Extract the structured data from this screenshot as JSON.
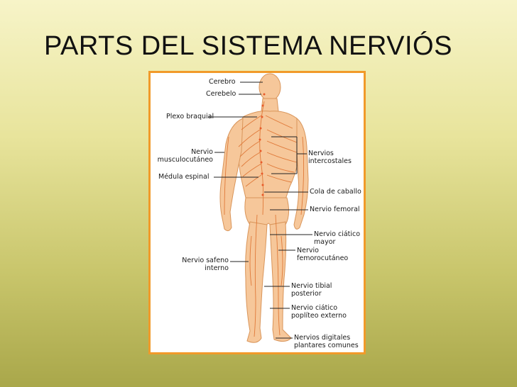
{
  "slide": {
    "title": "PARTS DEL SISTEMA NERVIÓS"
  },
  "labels": {
    "cerebro": "Cerebro",
    "cerebelo": "Cerebelo",
    "plexo_braquial": "Plexo braquial",
    "nervio_musculocutaneo_1": "Nervio",
    "nervio_musculocutaneo_2": "musculocutáneo",
    "medula_espinal": "Médula espinal",
    "nervio_safeno_1": "Nervio safeno",
    "nervio_safeno_2": "interno",
    "nervios_intercostales_1": "Nervios",
    "nervios_intercostales_2": "intercostales",
    "cola_de_caballo": "Cola de caballo",
    "nervio_femoral": "Nervio femoral",
    "nervio_ciatico_mayor_1": "Nervio ciático",
    "nervio_ciatico_mayor_2": "mayor",
    "nervio_femorocutaneo_1": "Nervio",
    "nervio_femorocutaneo_2": "femorocutáneo",
    "nervio_tibial_1": "Nervio tibial",
    "nervio_tibial_2": "posterior",
    "nervio_ciatico_popliteo_1": "Nervio ciático",
    "nervio_ciatico_popliteo_2": "poplíteo externo",
    "nervios_digitales_1": "Nervios digitales",
    "nervios_digitales_2": "plantares comunes"
  },
  "colors": {
    "frame": "#f19a2a",
    "skin": "#f6c79a",
    "nerve": "#e07a3a",
    "leader": "#222222"
  }
}
